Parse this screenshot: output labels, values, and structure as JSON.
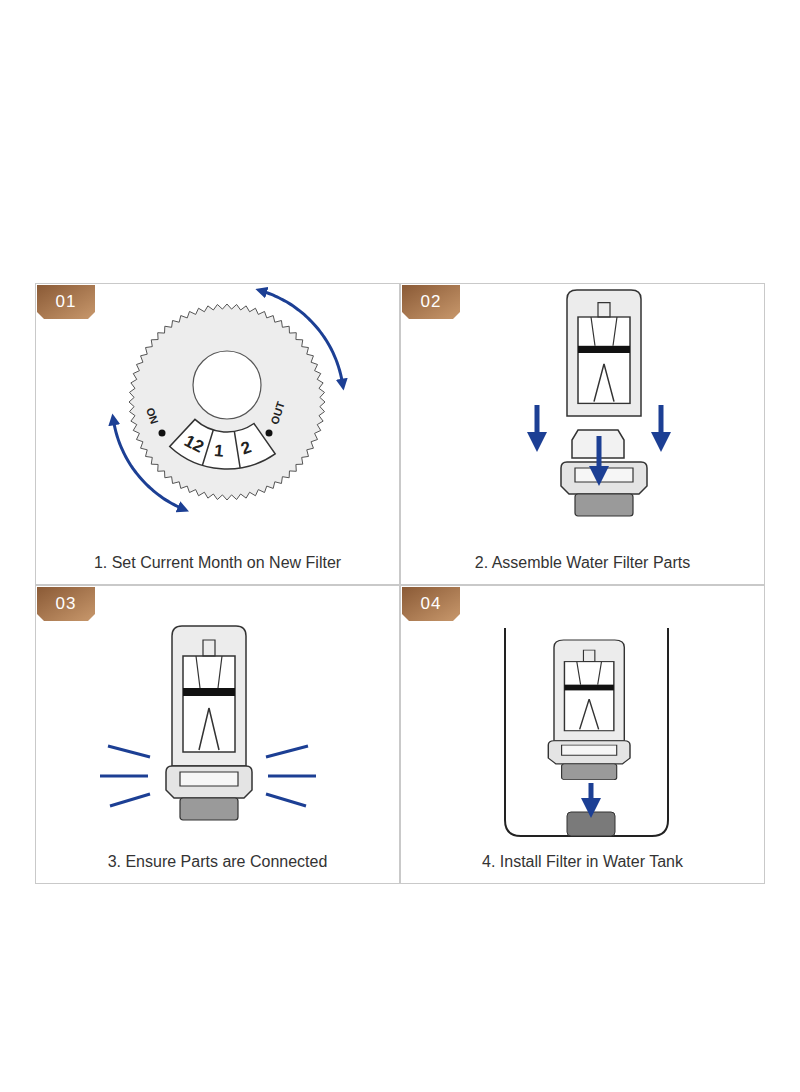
{
  "diagram": {
    "nodes": [
      {
        "text": [
          "1. Set Current Month on New Filter"
        ]
      },
      {
        "text": [
          "01"
        ],
        "in": 0
      },
      {
        "text": [
          "2. Assemble Water Filter Parts"
        ]
      },
      {
        "text": [
          "02"
        ],
        "in": 2
      },
      {
        "text": [
          "3. Ensure Parts are Connected"
        ]
      },
      {
        "text": [
          "03"
        ],
        "in": 4
      },
      {
        "text": [
          "4. Install Filter in Water Tank"
        ]
      },
      {
        "text": [
          "04"
        ],
        "in": 6
      }
    ],
    "labels": [
      "ON",
      "OUT",
      "12",
      "1",
      "2"
    ]
  }
}
